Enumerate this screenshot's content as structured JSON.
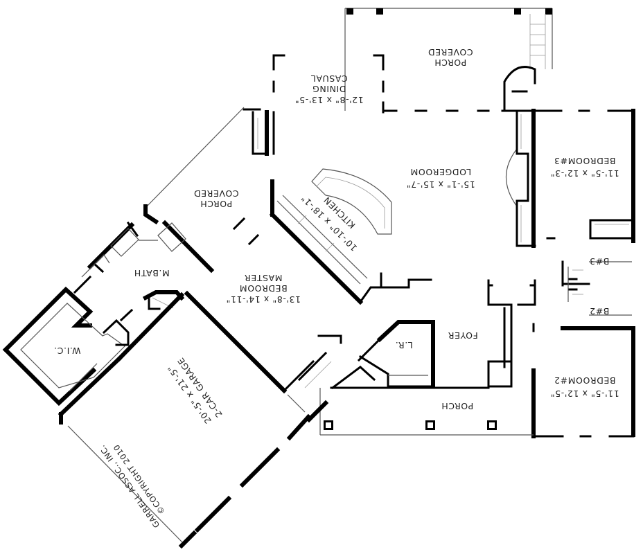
{
  "colors": {
    "line": "#000000",
    "text": "#222222",
    "background": "#ffffff"
  },
  "rooms": {
    "covered_porch_top": {
      "name_1": "COVERED",
      "name_2": "PORCH"
    },
    "casual_dining": {
      "name_1": "CASUAL",
      "name_2": "DINING",
      "size": "12'-8\" x 13'-5\""
    },
    "lodgeroom": {
      "name": "LODGEROOM",
      "size": "15'-1\" x 15'-7\""
    },
    "bedroom3": {
      "name": "BEDROOM#3",
      "size": "11'-5\" x 12'-3\""
    },
    "kitchen": {
      "name": "KITCHEN",
      "size_1": "10'-10\" x 18'-1\""
    },
    "covered_porch_left": {
      "name_1": "COVERED",
      "name_2": "PORCH"
    },
    "master_bedroom": {
      "name_1": "MASTER",
      "name_2": "BEDROOM",
      "size": "13'-8\" x 14'-11\""
    },
    "master_bath": {
      "name": "M.BATH"
    },
    "bath3": {
      "name": "B#3"
    },
    "bath2": {
      "name": "B#2"
    },
    "walk_in_closet": {
      "name": "W.I.C."
    },
    "laundry": {
      "name": "L.R."
    },
    "foyer": {
      "name": "FOYER"
    },
    "bedroom2": {
      "name": "BEDROOM#2",
      "size": "11'-5\" x 12'-5\""
    },
    "porch_front": {
      "name": "PORCH"
    },
    "garage": {
      "name": "2-CAR GARAGE",
      "size": "20'-5\" x 21'-5\""
    }
  },
  "copyright": {
    "line_1": "©COPYRIGHT 2010",
    "line_2": "GARRELL ASSOC., INC."
  }
}
